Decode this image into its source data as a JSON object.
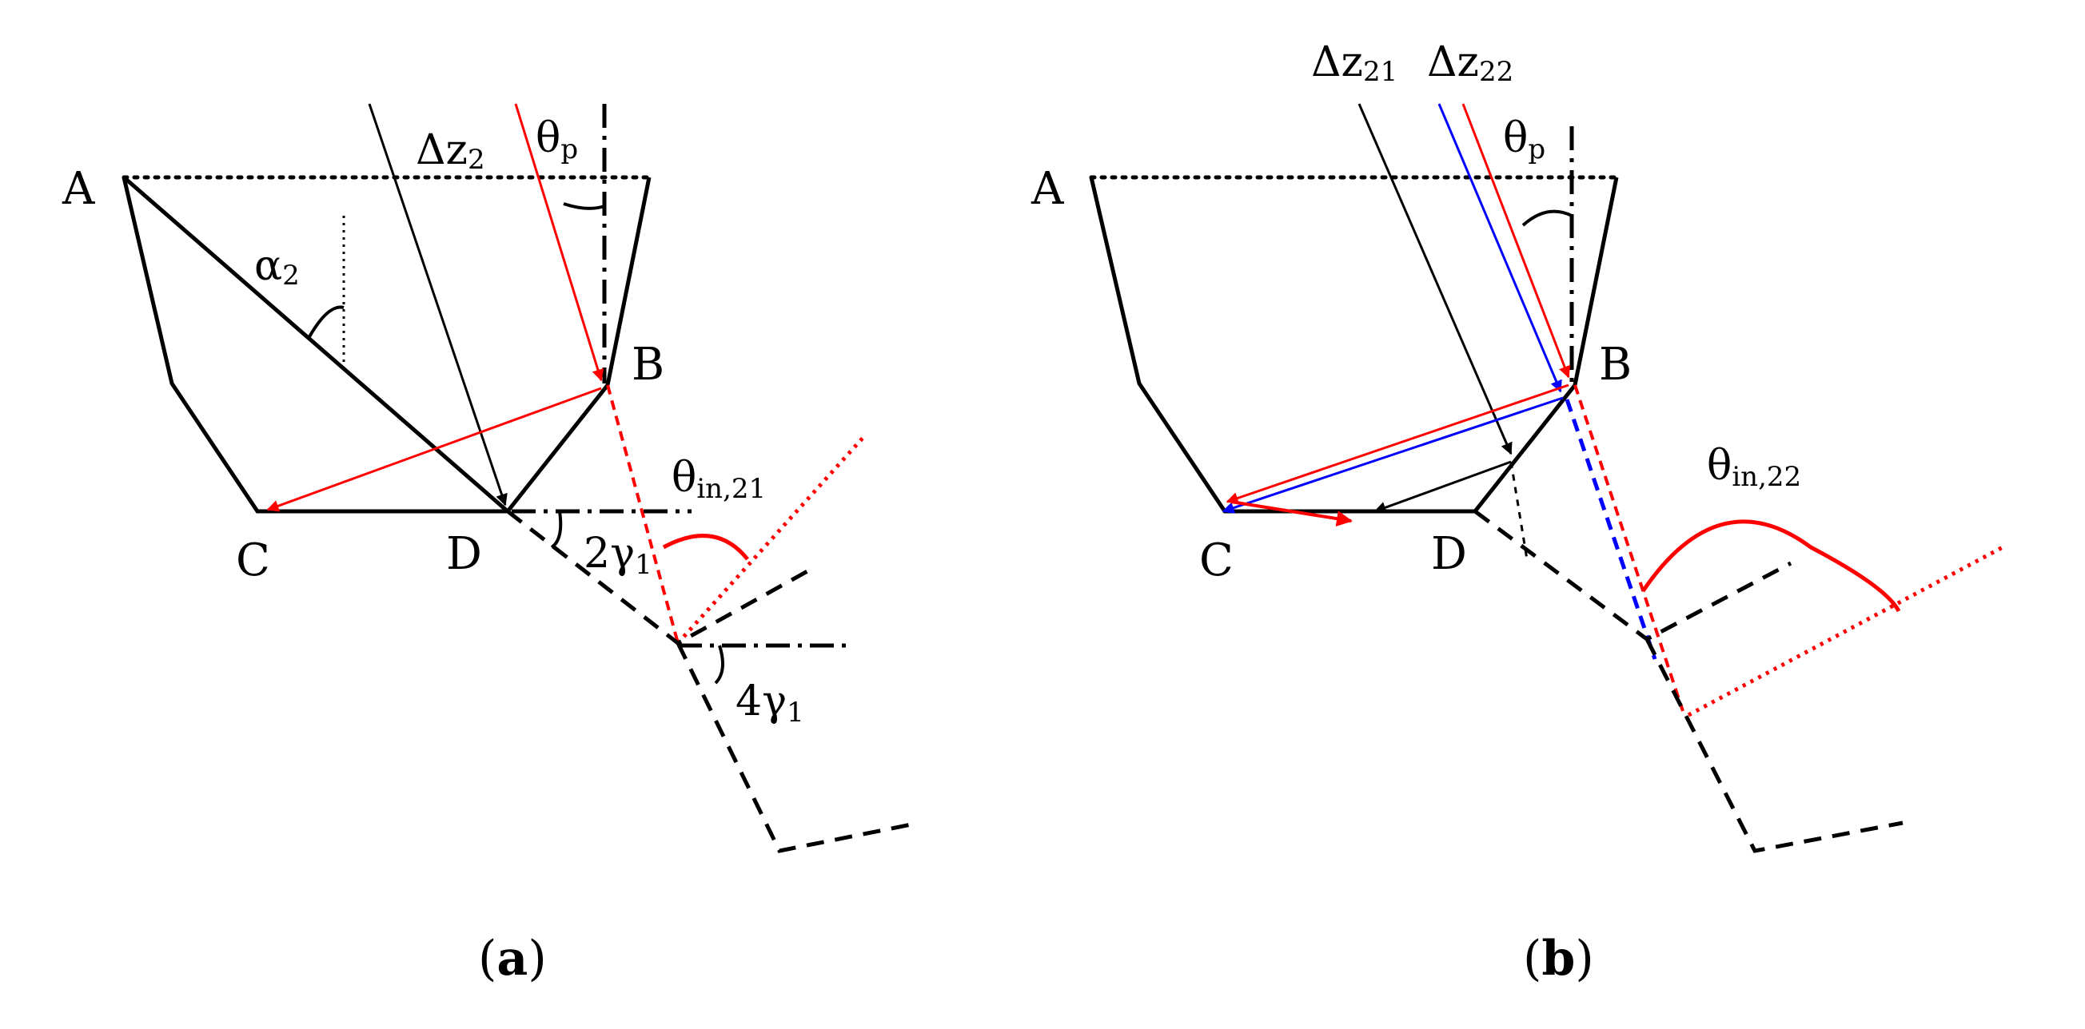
{
  "colors": {
    "prism": "#000000",
    "ray_primary": "#ff0000",
    "ray_secondary": "#0000ff",
    "ray_tertiary": "#000000",
    "background": "#ffffff"
  },
  "panels": [
    {
      "caption_letter": "a",
      "points": {
        "A": "A",
        "B": "B",
        "C": "C",
        "D": "D"
      },
      "beam_label": {
        "base": "Δz",
        "sub": "2"
      },
      "theta_p": {
        "base": "θ",
        "sub": "p"
      },
      "alpha": {
        "base": "α",
        "sub": "2"
      },
      "theta_in": {
        "base": "θ",
        "sub": "in,21"
      },
      "two_gamma": {
        "base": "2γ",
        "sub": "1"
      },
      "four_gamma": {
        "base": "4γ",
        "sub": "1"
      }
    },
    {
      "caption_letter": "b",
      "points": {
        "A": "A",
        "B": "B",
        "C": "C",
        "D": "D"
      },
      "beam_label_1": {
        "base": "Δz",
        "sub": "21"
      },
      "beam_label_2": {
        "base": "Δz",
        "sub": "22"
      },
      "theta_p": {
        "base": "θ",
        "sub": "p"
      },
      "theta_in": {
        "base": "θ",
        "sub": "in,22"
      }
    }
  ]
}
